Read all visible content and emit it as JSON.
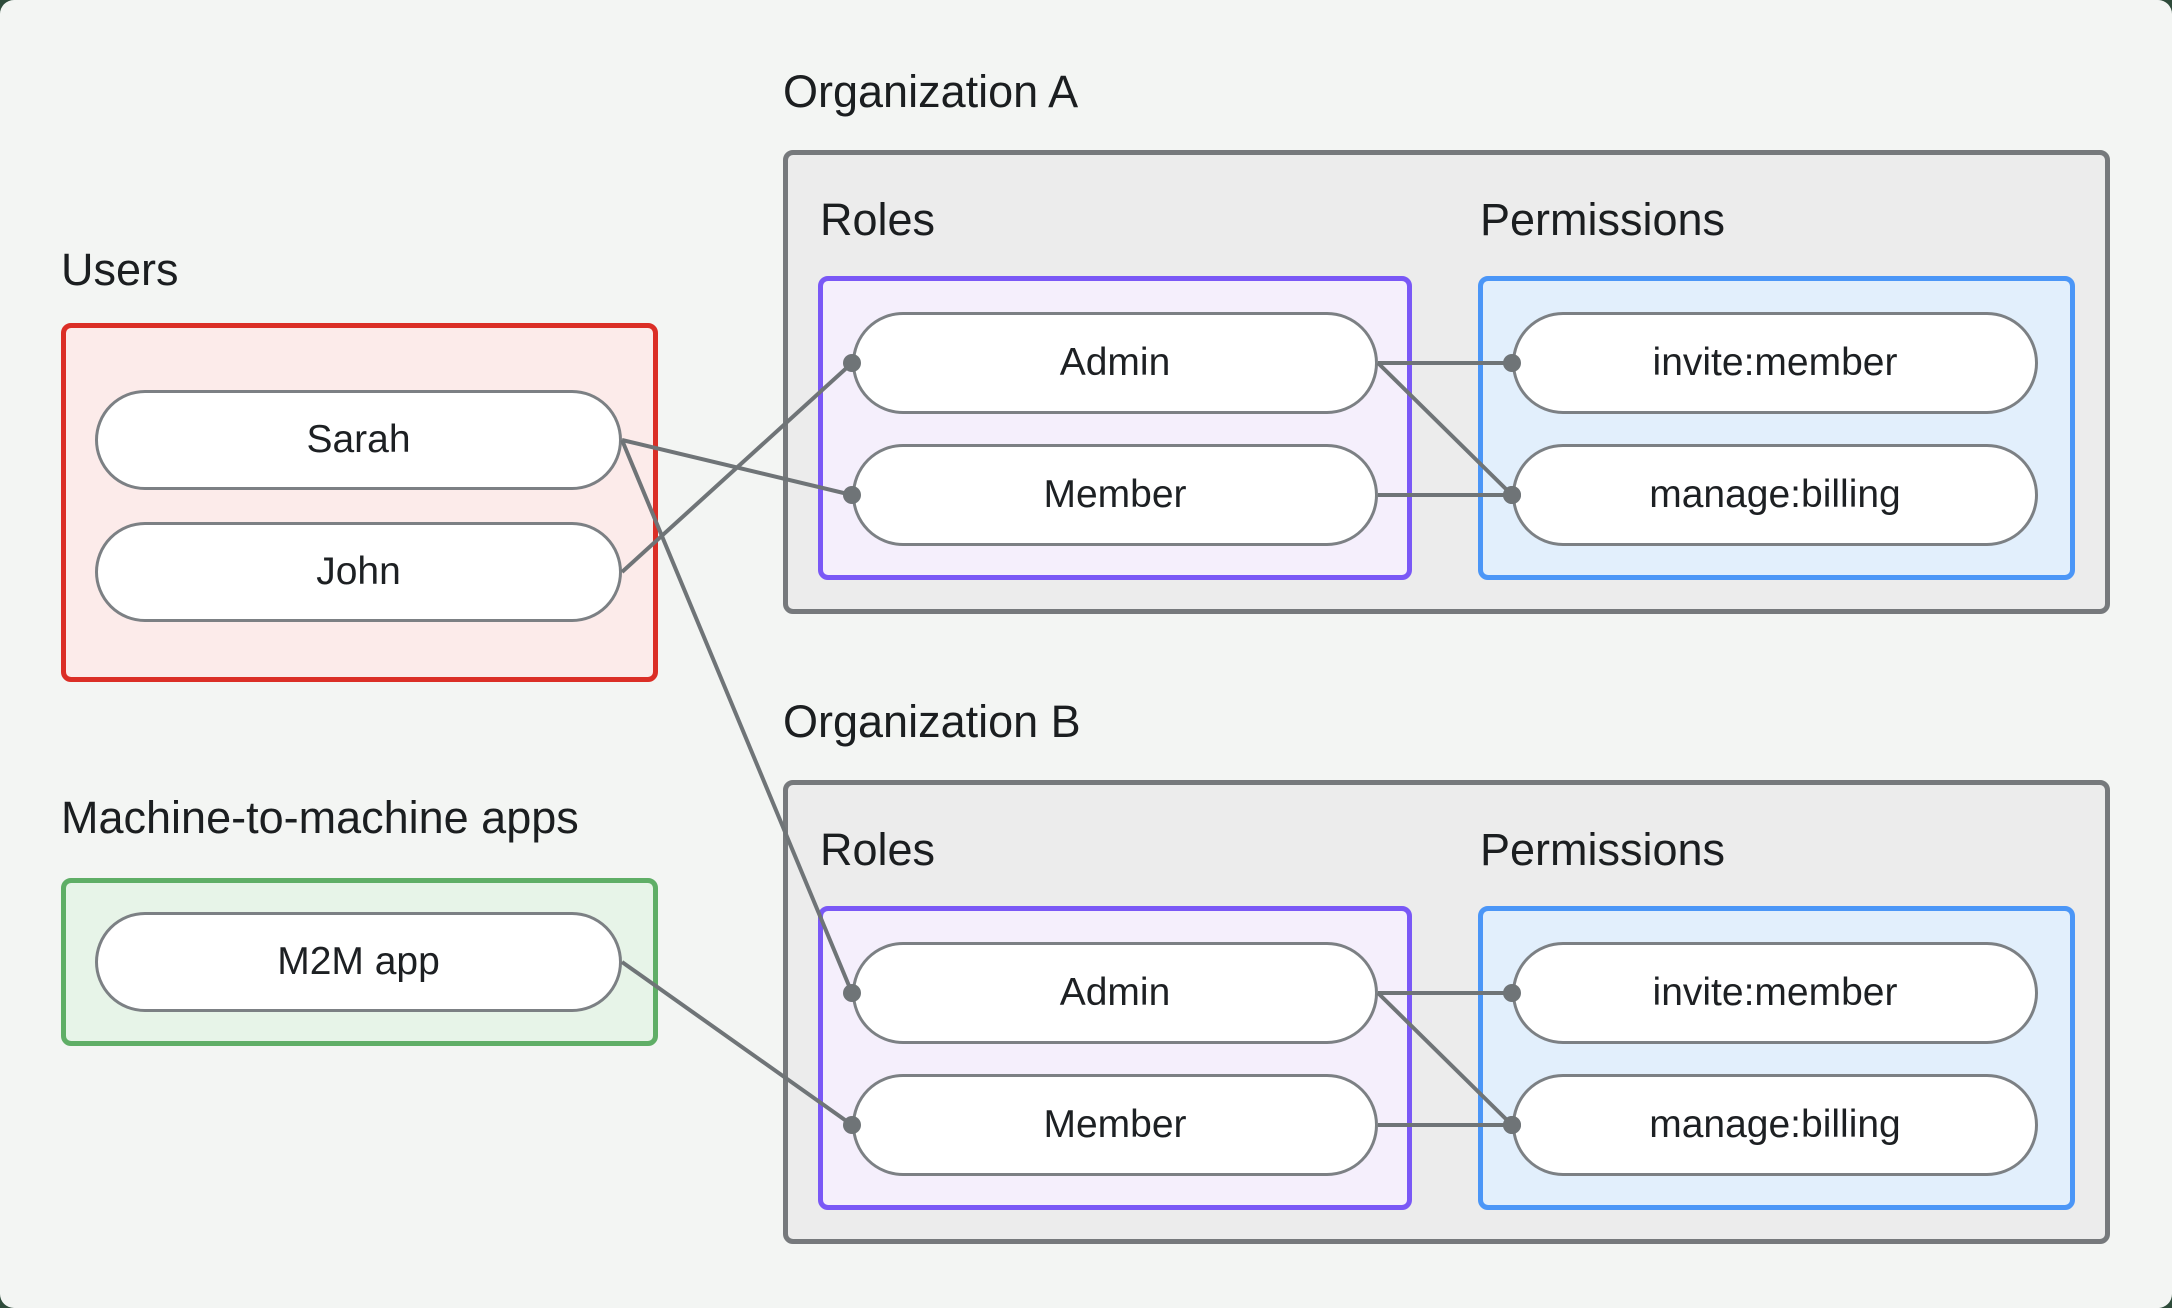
{
  "users_section": {
    "label": "Users",
    "items": [
      {
        "id": "sarah",
        "label": "Sarah"
      },
      {
        "id": "john",
        "label": "John"
      }
    ]
  },
  "m2m_section": {
    "label": "Machine-to-machine apps",
    "items": [
      {
        "id": "m2m",
        "label": "M2M app"
      }
    ]
  },
  "organizations": [
    {
      "title": "Organization A",
      "roles_label": "Roles",
      "permissions_label": "Permissions",
      "roles": [
        {
          "id": "orgA_admin",
          "label": "Admin"
        },
        {
          "id": "orgA_member",
          "label": "Member"
        }
      ],
      "permissions": [
        {
          "id": "orgA_invite",
          "label": "invite:member"
        },
        {
          "id": "orgA_manage",
          "label": "manage:billing"
        }
      ]
    },
    {
      "title": "Organization B",
      "roles_label": "Roles",
      "permissions_label": "Permissions",
      "roles": [
        {
          "id": "orgB_admin",
          "label": "Admin"
        },
        {
          "id": "orgB_member",
          "label": "Member"
        }
      ],
      "permissions": [
        {
          "id": "orgB_invite",
          "label": "invite:member"
        },
        {
          "id": "orgB_manage",
          "label": "manage:billing"
        }
      ]
    }
  ],
  "connections": [
    {
      "from": "sarah",
      "to": "orgA_member"
    },
    {
      "from": "john",
      "to": "orgA_admin"
    },
    {
      "from": "sarah",
      "to": "orgB_admin"
    },
    {
      "from": "m2m",
      "to": "orgB_member"
    },
    {
      "from": "orgA_admin",
      "to": "orgA_invite"
    },
    {
      "from": "orgA_admin",
      "to": "orgA_manage"
    },
    {
      "from": "orgA_member",
      "to": "orgA_manage"
    },
    {
      "from": "orgB_admin",
      "to": "orgB_invite"
    },
    {
      "from": "orgB_admin",
      "to": "orgB_manage"
    },
    {
      "from": "orgB_member",
      "to": "orgB_manage"
    }
  ],
  "colors": {
    "page_background": "#f3f5f3",
    "outer_background": "#2e4b3a",
    "users_border": "#db2e26",
    "users_fill": "#fcebea",
    "m2m_border": "#5fae66",
    "m2m_fill": "#e7f4e8",
    "org_border": "#76797c",
    "org_fill": "#ececec",
    "roles_border": "#7a58f6",
    "roles_fill": "#f5effc",
    "permissions_border": "#4b96f7",
    "permissions_fill": "#e2effc",
    "pill_border": "#7c8084",
    "pill_fill": "#ffffff",
    "connector": "#6f7477",
    "text": "#1d2023"
  }
}
